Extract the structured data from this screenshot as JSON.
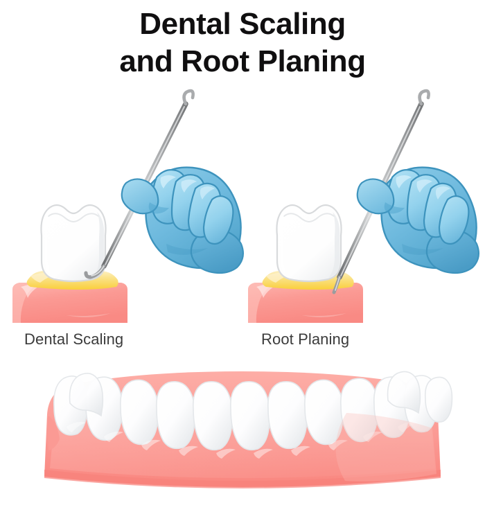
{
  "title": {
    "line1": "Dental Scaling",
    "line2": "and Root Planing"
  },
  "panels": [
    {
      "id": "dental-scaling",
      "caption": "Dental Scaling",
      "tooth": "molar",
      "instrument": "dental-scaler",
      "instrument_tip": "curved-hook",
      "hand": "blue-gloved-hand",
      "tartar_visible": true,
      "tip_position": "at-gumline-tartar"
    },
    {
      "id": "root-planing",
      "caption": "Root Planing",
      "tooth": "molar",
      "instrument": "dental-curette",
      "instrument_tip": "curved-hook",
      "hand": "blue-gloved-hand",
      "tartar_visible": true,
      "tip_position": "into-gum-pocket"
    }
  ],
  "arch": {
    "name": "lower-dental-arch",
    "tooth_count": 14
  },
  "colors": {
    "title_text": "#100f10",
    "caption_text": "#3b3b3b",
    "background": "#ffffff",
    "gum_pink": "#fb9a94",
    "gum_pink_light": "#fdb3ad",
    "gum_pink_dark": "#f5837d",
    "gum_highlight": "#fdc4bd",
    "tartar_yellow": "#fad74e",
    "tartar_yellow_light": "#fbe590",
    "tooth_white": "#ffffff",
    "tooth_shade": "#f2f3f4",
    "tooth_outline": "#d8dadc",
    "glove_light": "#a8dcf0",
    "glove_mid": "#79c2e3",
    "glove_base": "#62b2d8",
    "glove_dark": "#4a9fc9",
    "glove_outline": "#3d93bd",
    "metal_light": "#d7d9da",
    "metal_mid": "#9a9c9e",
    "metal_dark": "#6e7072"
  }
}
